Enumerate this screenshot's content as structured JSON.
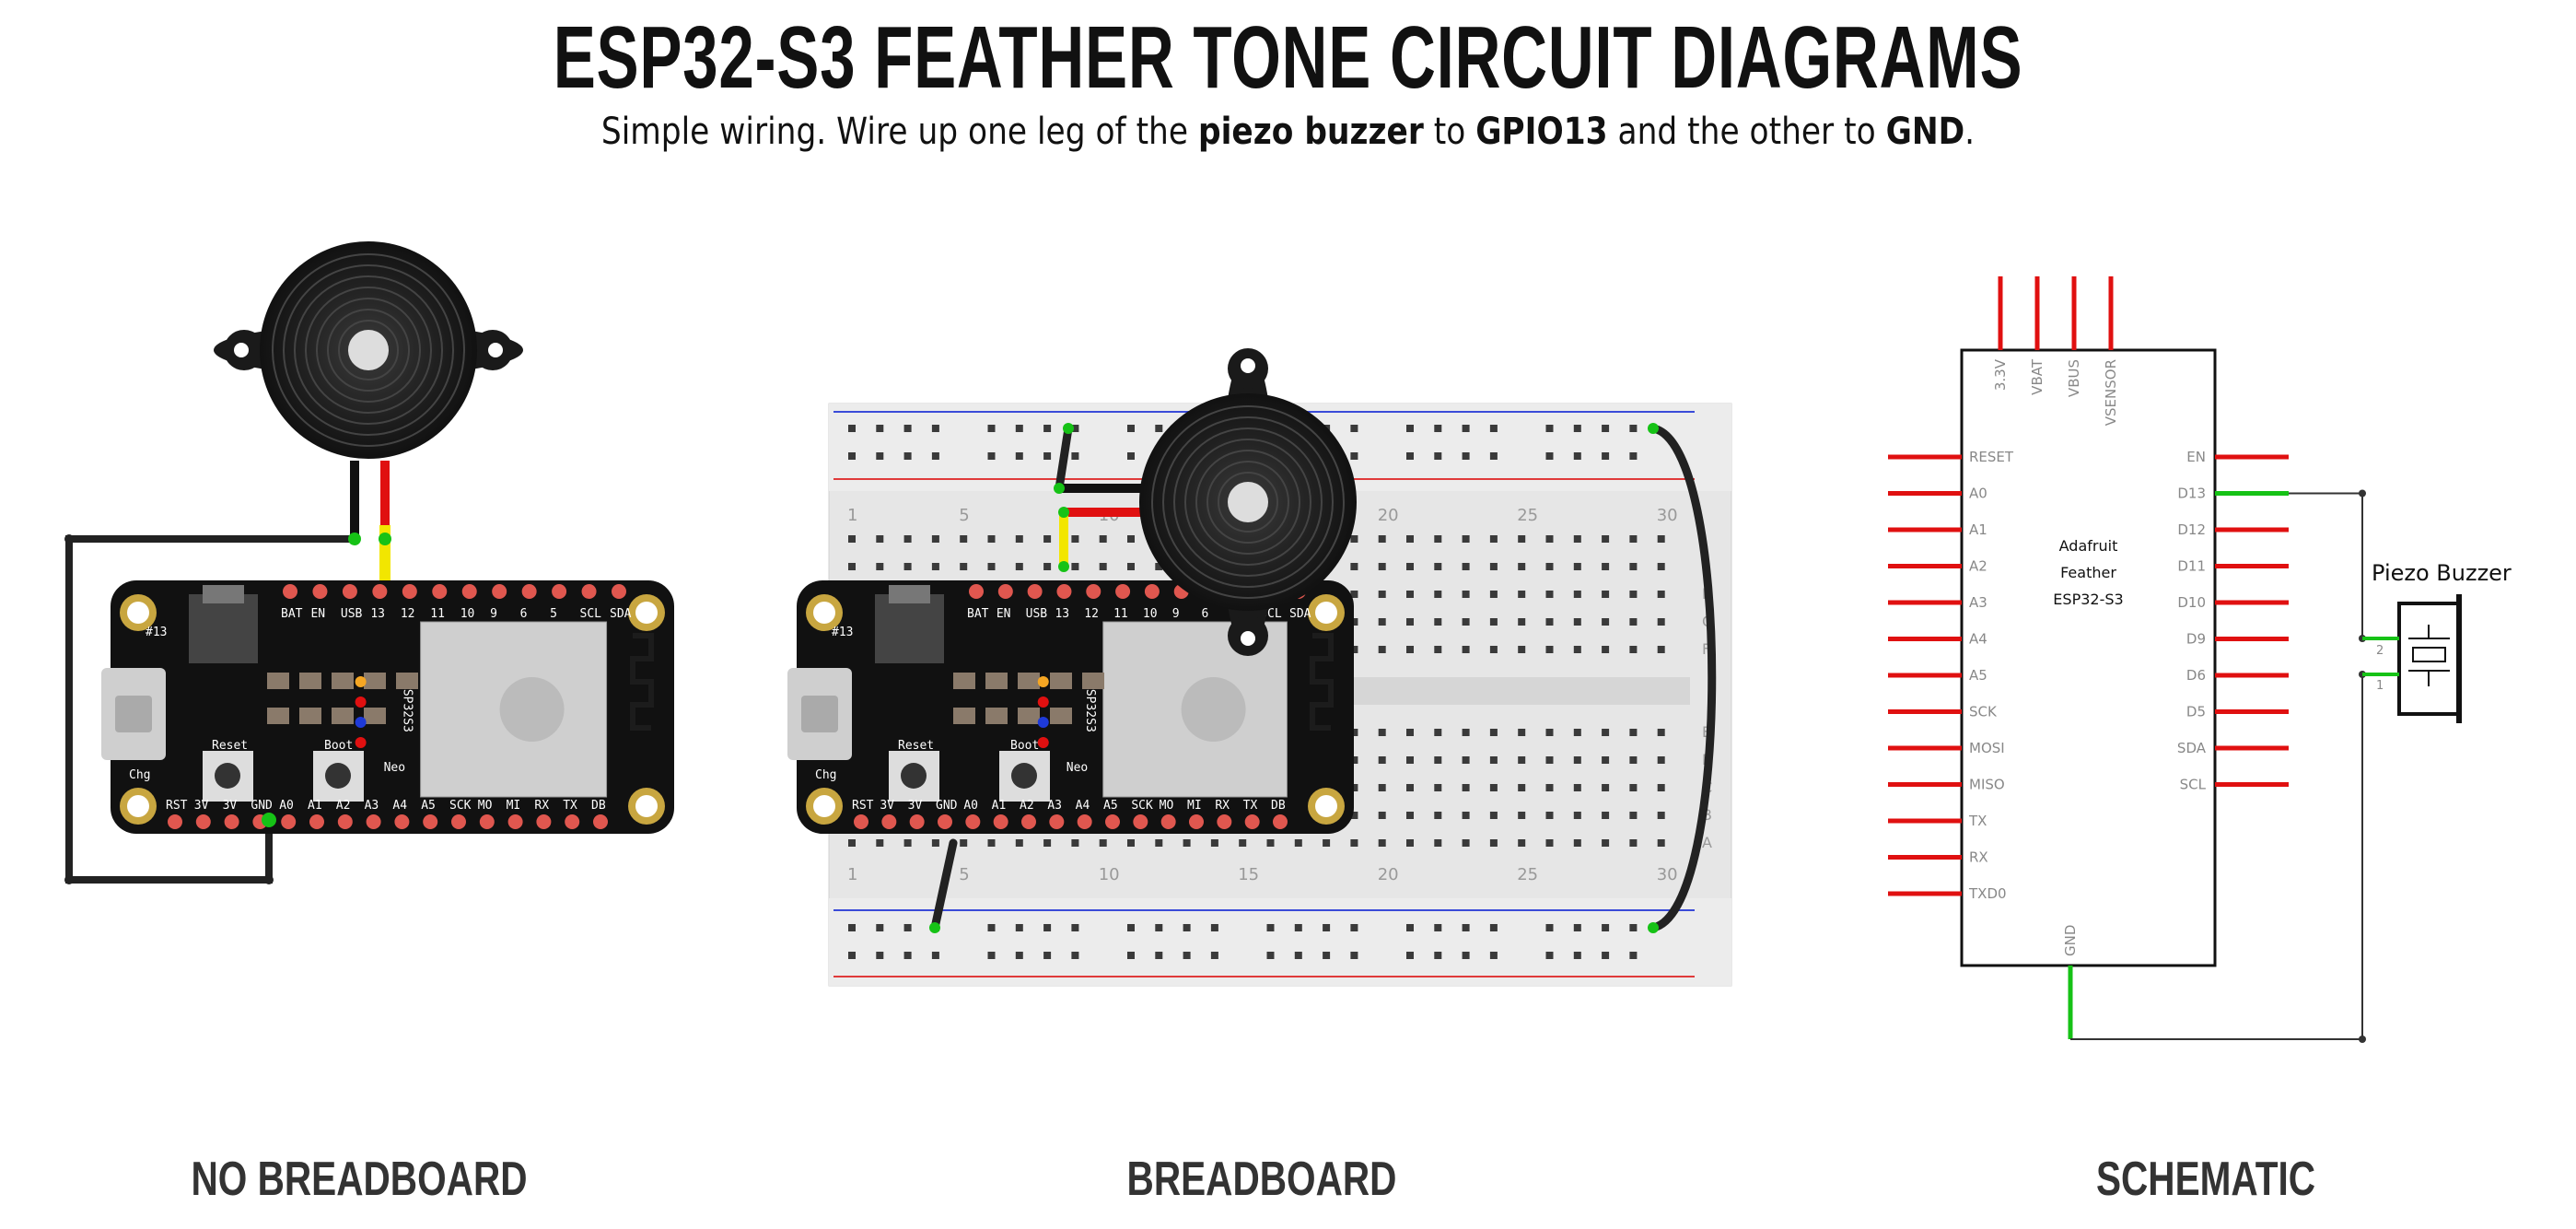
{
  "title": "ESP32-S3 FEATHER TONE CIRCUIT DIAGRAMS",
  "subtitle": {
    "part1": "Simple wiring. Wire up one leg of the ",
    "bold1": "piezo buzzer",
    "part2": " to ",
    "bold2": "GPIO13",
    "part3": " and the other to ",
    "bold3": "GND",
    "part4": "."
  },
  "captions": {
    "no_breadboard": "NO BREADBOARD",
    "breadboard": "BREADBOARD",
    "schematic": "SCHEMATIC"
  },
  "board": {
    "top_pins": [
      "BAT",
      "EN",
      "USB",
      "13",
      "12",
      "11",
      "10",
      "9",
      "6",
      "5",
      "SCL",
      "SDA"
    ],
    "bottom_pins": [
      "RST",
      "3V",
      "3V",
      "GND",
      "A0",
      "A1",
      "A2",
      "A3",
      "A4",
      "A5",
      "SCK",
      "MO",
      "MI",
      "RX",
      "TX",
      "DB"
    ],
    "reset_label": "Reset",
    "boot_label": "Boot",
    "chip_label": "ESP32S3",
    "chg_label": "Chg",
    "neo_label": "Neo",
    "pin13_label": "#13"
  },
  "breadboard": {
    "col_numbers": [
      "1",
      "5",
      "10",
      "15",
      "20",
      "25",
      "30"
    ],
    "row_letters_top": [
      "J",
      "I",
      "H",
      "G",
      "F"
    ],
    "row_letters_bottom": [
      "E",
      "D",
      "C",
      "B",
      "A"
    ]
  },
  "schematic": {
    "chip_name_lines": [
      "Adafruit",
      "Feather",
      "ESP32-S3"
    ],
    "top_pins": [
      "3.3V",
      "VBAT",
      "VBUS",
      "VSENSOR"
    ],
    "left_pins": [
      "RESET",
      "A0",
      "A1",
      "A2",
      "A3",
      "A4",
      "A5",
      "SCK",
      "MOSI",
      "MISO",
      "TX",
      "RX",
      "TXD0"
    ],
    "right_pins": [
      "EN",
      "D13",
      "D12",
      "D11",
      "D10",
      "D9",
      "D6",
      "D5",
      "SDA",
      "SCL"
    ],
    "bottom_pin": "GND",
    "buzzer_label": "Piezo Buzzer",
    "buzzer_pins": [
      "2",
      "1"
    ]
  },
  "colors": {
    "wire_black": "#222222",
    "wire_red": "#e01010",
    "wire_yellow": "#f2e600",
    "wire_green": "#16c216",
    "pin_red": "#e03a3a",
    "board": "#111111",
    "breadboard": "#e8e8e8"
  }
}
